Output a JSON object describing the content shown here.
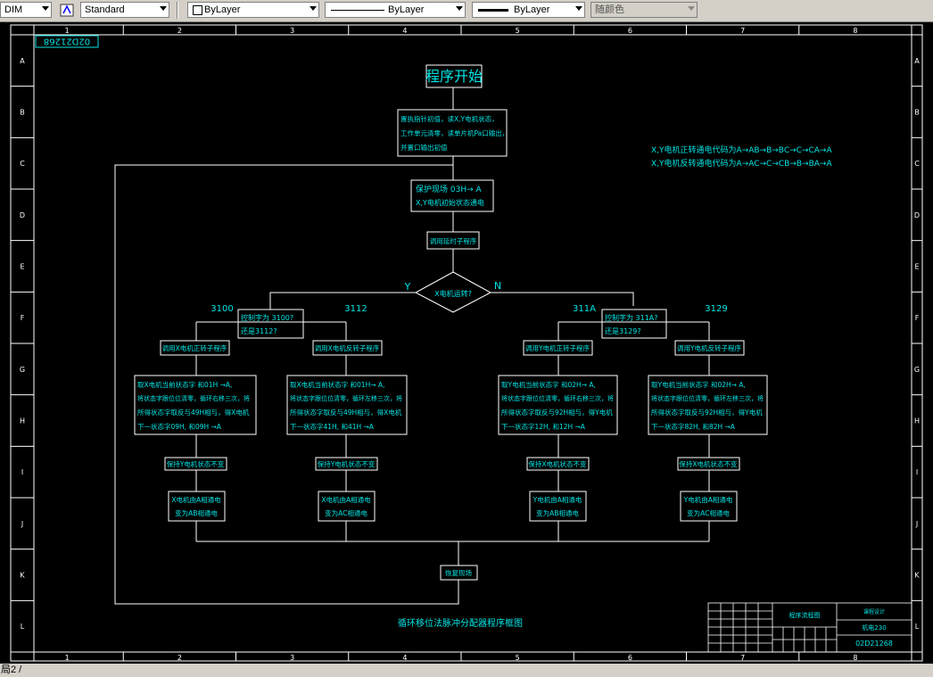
{
  "toolbar": {
    "dim_style": "DIM",
    "text_style": "Standard",
    "layer_color": "ByLayer",
    "linetype": "ByLayer",
    "lineweight": "ByLayer",
    "plot_style": "随颜色"
  },
  "frame": {
    "columns": [
      "1",
      "2",
      "3",
      "4",
      "5",
      "6",
      "7",
      "8"
    ],
    "rows": [
      "A",
      "B",
      "C",
      "D",
      "E",
      "F",
      "G",
      "H",
      "I",
      "J",
      "K",
      "L"
    ],
    "drawing_number_rotated": "02D21268"
  },
  "flowchart": {
    "start": "程序开始",
    "init_lines": [
      "置执指针初值，读X,Y电机状态，",
      "工作单元清零，读单片机Pa口输出，",
      "并置口输出初值"
    ],
    "protect_lines": [
      "保护现场  03H→ A",
      "X,Y电机初始状态通电"
    ],
    "call_delay": "调用延时子程序",
    "decision_main": "X电机运转?",
    "yes_label": "Y",
    "no_label": "N",
    "x_addr_left": "3100",
    "x_addr_right": "3112",
    "x_check_lines": [
      "控制字为  3100?",
      "还是3112?"
    ],
    "y_addr_left": "311A",
    "y_addr_right": "3129",
    "y_check_lines": [
      "控制字为  311A?",
      "还是3129?"
    ],
    "sub_x_fwd": "调用X电机正转子程序",
    "sub_x_rev": "调用X电机反转子程序",
    "sub_y_fwd": "调用Y电机正转子程序",
    "sub_y_rev": "调用Y电机反转子程序",
    "proc_x_fwd": [
      "取X电机当前状态字  和01H →A,",
      "将状态字跟位位清零，循环右移三次，将",
      "所得状态字取反与49H相与，得X电机",
      "下一状态字09H, 和09H →A"
    ],
    "proc_x_rev": [
      "取X电机当前状态字  和01H→ A,",
      "将状态字跟位位清零，循环左移三次，将",
      "所得状态字取反与49H相与，得X电机",
      "下一状态字41H, 和41H →A"
    ],
    "proc_y_fwd": [
      "取Y电机当前状态字  和02H→ A,",
      "将状态字跟位位清零，循环右移三次，将",
      "所得状态字取反与92H相与，得Y电机",
      "下一状态字12H, 和12H →A"
    ],
    "proc_y_rev": [
      "取Y电机当前状态字  和02H→ A,",
      "将状态字跟位位清零，循环左移三次，将",
      "所得状态字取反与92H相与，得Y电机",
      "下一状态字82H, 和82H →A"
    ],
    "keep_y": "保持Y电机状态不变",
    "keep_x": "保持X电机状态不变",
    "res_x_fwd": [
      "X电机由A相通电",
      "变为AB相通电"
    ],
    "res_x_rev": [
      "X电机由A相通电",
      "变为AC相通电"
    ],
    "res_y_fwd": [
      "Y电机由A相通电",
      "变为AB相通电"
    ],
    "res_y_rev": [
      "Y电机由A相通电",
      "变为AC相通电"
    ],
    "restore": "恢复现场",
    "notes": [
      "X,Y电机正转通电代码为A→AB→B→BC→C→CA→A",
      "X,Y电机反转通电代码为A→AC→C→CB→B→BA→A"
    ],
    "caption": "循环移位法脉冲分配器程序框图"
  },
  "title_block": {
    "name": "程序流程图",
    "code_top": "课程设计",
    "code_mid": "机电230",
    "drawing_no": "02D21268"
  },
  "status": {
    "layout_tab": "局2 /"
  },
  "colors": {
    "canvas_bg": "#000000",
    "drawing_cyan": "#00e5e5",
    "frame_white": "#ffffff",
    "toolbar_bg": "#d4d0c8"
  }
}
